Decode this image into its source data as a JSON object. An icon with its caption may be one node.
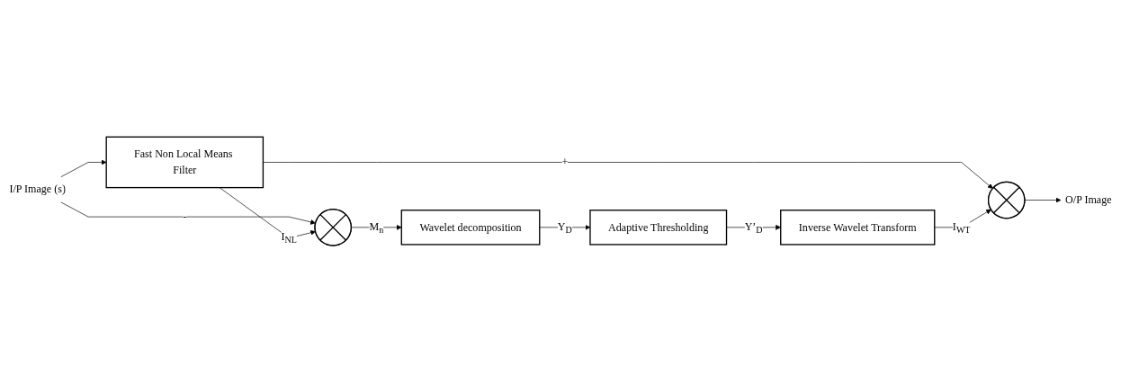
{
  "diagram": {
    "nodes": [
      {
        "text": [
          "I/P Image (s)"
        ]
      },
      {
        "text": [
          "Fast Non Local Means Filter"
        ]
      },
      {
        "text": [],
        "shape": "circle"
      },
      {
        "text": [
          "Wavelet decomposition"
        ]
      },
      {
        "text": [
          "Adaptive Thresholding"
        ]
      },
      {
        "text": [
          "Inverse Wavelet Transform"
        ]
      },
      {
        "text": [],
        "shape": "circle"
      },
      {
        "text": [
          "O/P Image"
        ]
      }
    ],
    "edges": [
      {
        "from": 0,
        "to": 1,
        "arrow": "to"
      },
      {
        "from": 0,
        "to": 2,
        "arrow": "to",
        "label": "-"
      },
      {
        "from": 1,
        "to": 2,
        "arrow": "to",
        "label": "I$_{NL}$"
      },
      {
        "from": 1,
        "to": 6,
        "arrow": "to",
        "label": "+"
      },
      {
        "from": 2,
        "to": 3,
        "arrow": "to",
        "label": "M$_{n}$"
      },
      {
        "from": 3,
        "to": 4,
        "arrow": "to",
        "label": "Y$_{D}$"
      },
      {
        "from": 4,
        "to": 5,
        "arrow": "to",
        "label": "Y’$_{D}$"
      },
      {
        "from": 5,
        "to": 6,
        "arrow": "to",
        "label": "I$_{WT}$"
      },
      {
        "from": 6,
        "to": 7,
        "arrow": "to"
      }
    ]
  }
}
